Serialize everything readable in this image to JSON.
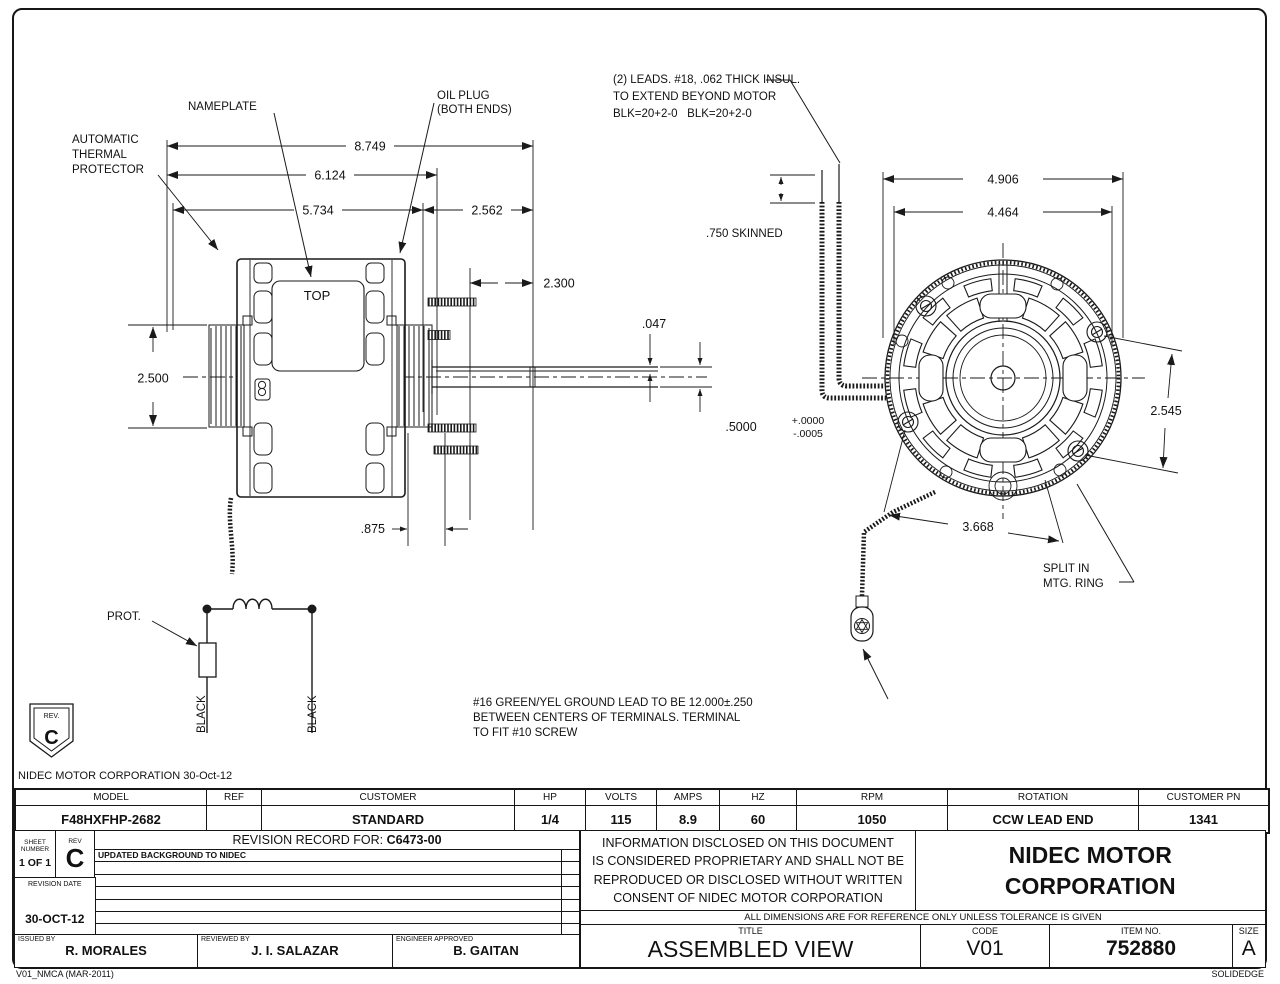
{
  "drawing": {
    "notes": {
      "thermal1": "AUTOMATIC",
      "thermal2": "THERMAL",
      "thermal3": "PROTECTOR",
      "nameplate": "NAMEPLATE",
      "oil1": "OIL PLUG",
      "oil2": "(BOTH ENDS)",
      "leads1": "(2) LEADS. #18, .062 THICK INSUL.",
      "leads2": "TO EXTEND BEYOND MOTOR",
      "leads3": "BLK=20+2-0   BLK=20+2-0",
      "skinned": ".750 SKINNED",
      "ground1": "#16 GREEN/YEL GROUND LEAD TO BE 12.000±.250",
      "ground2": "BETWEEN CENTERS OF TERMINALS. TERMINAL",
      "ground3": "TO FIT #10 SCREW",
      "split1": "SPLIT IN",
      "split2": "MTG. RING",
      "top": "TOP",
      "prot": "PROT.",
      "black_left": "BLACK",
      "black_right": "BLACK",
      "rev_badge_label": "REV.",
      "rev_badge_value": "C"
    },
    "dims": {
      "d8749": "8.749",
      "d6124": "6.124",
      "d5734": "5.734",
      "d2562": "2.562",
      "d2300": "2.300",
      "d2500": "2.500",
      "d047": ".047",
      "d5000": ".5000",
      "tolp": "+.0000",
      "tolm": "-.0005",
      "d875": ".875",
      "d4906": "4.906",
      "d4464": "4.464",
      "d2545": "2.545",
      "d3668": "3.668"
    }
  },
  "titleblock": {
    "released": "NIDEC MOTOR CORPORATION 30-Oct-12",
    "spec": [
      {
        "h": "MODEL",
        "v": "F48HXFHP-2682"
      },
      {
        "h": "REF",
        "v": ""
      },
      {
        "h": "CUSTOMER",
        "v": "STANDARD"
      },
      {
        "h": "HP",
        "v": "1/4"
      },
      {
        "h": "VOLTS",
        "v": "115"
      },
      {
        "h": "AMPS",
        "v": "8.9"
      },
      {
        "h": "HZ",
        "v": "60"
      },
      {
        "h": "RPM",
        "v": "1050"
      },
      {
        "h": "ROTATION",
        "v": "CCW LEAD END"
      },
      {
        "h": "CUSTOMER PN",
        "v": "1341"
      }
    ],
    "sheet": {
      "label1": "SHEET",
      "label2": "NUMBER",
      "value": "1 OF 1"
    },
    "rev": {
      "label": "REV",
      "value": "C"
    },
    "revision_record": {
      "title": "REVISION RECORD FOR:",
      "number": "C6473-00",
      "row1": "UPDATED BACKGROUND TO NIDEC"
    },
    "revision_date": {
      "label": "REVISION DATE",
      "value": "30-OCT-12"
    },
    "signoff": [
      {
        "label": "ISSUED BY",
        "value": "R. MORALES"
      },
      {
        "label": "REVIEWED BY",
        "value": "J. I. SALAZAR"
      },
      {
        "label": "ENGINEER APPROVED",
        "value": "B. GAITAN"
      }
    ],
    "proprietary1": "INFORMATION DISCLOSED ON THIS DOCUMENT",
    "proprietary2": "IS CONSIDERED PROPRIETARY AND SHALL NOT BE",
    "proprietary3": "REPRODUCED OR DISCLOSED WITHOUT WRITTEN",
    "proprietary4": "CONSENT OF NIDEC MOTOR CORPORATION",
    "company1": "NIDEC MOTOR",
    "company2": "CORPORATION",
    "tolerance_note": "ALL DIMENSIONS ARE FOR REFERENCE ONLY UNLESS TOLERANCE IS GIVEN",
    "title": {
      "label": "TITLE",
      "value": "ASSEMBLED VIEW"
    },
    "code": {
      "label": "CODE",
      "value": "V01"
    },
    "item": {
      "label": "ITEM NO.",
      "value": "752880"
    },
    "size": {
      "label": "SIZE",
      "value": "A"
    }
  },
  "footer": {
    "left": "V01_NMCA (MAR-2011)",
    "right": "SOLIDEDGE"
  }
}
